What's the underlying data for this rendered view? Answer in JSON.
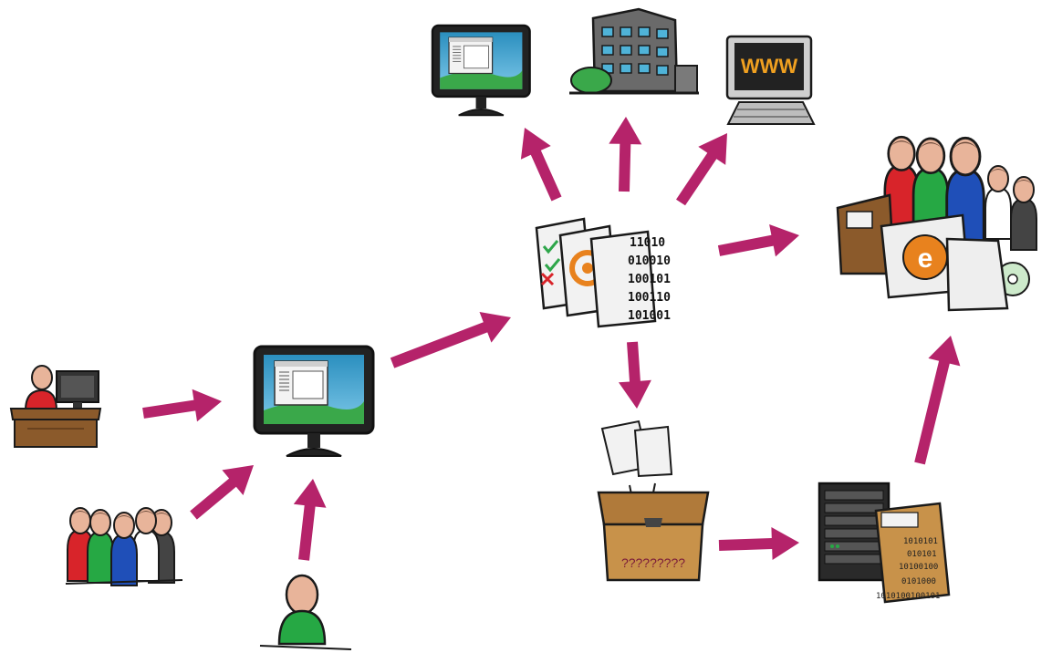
{
  "colors": {
    "arrow": "#b5236a",
    "outline": "#1a1a1a",
    "screen_blue": "#2b8fbf",
    "hill_green": "#3aa84a",
    "wood_brown": "#8b5a2b",
    "box_tan": "#c8924a",
    "email_orange": "#e8821e",
    "check_green": "#2ea64a",
    "cross_red": "#d8242a",
    "shirt_red": "#d8242a",
    "shirt_green": "#26a844",
    "shirt_blue": "#1f4fb8",
    "skin": "#e8b49a",
    "hair": "#6b4a3a"
  },
  "icons": {
    "office_worker": "person-at-desk-icon",
    "user_group_small": "user-group-icon",
    "single_user": "user-icon",
    "central_monitor": "monitor-application-icon",
    "documents": "document-stack-icon",
    "target_monitor": "monitor-application-icon",
    "building": "office-building-icon",
    "www_terminal": "web-terminal-icon",
    "audience": "audience-email-icon",
    "archive_box": "archive-box-icon",
    "server": "server-rack-icon"
  },
  "labels": {
    "www": "WWW",
    "binary": [
      "11010",
      "010010",
      "100101",
      "100110",
      "101001"
    ],
    "box_text": "?????????",
    "server_binary": [
      "1010101",
      "010101",
      "10100100",
      "0101000",
      "1010100100101"
    ]
  }
}
